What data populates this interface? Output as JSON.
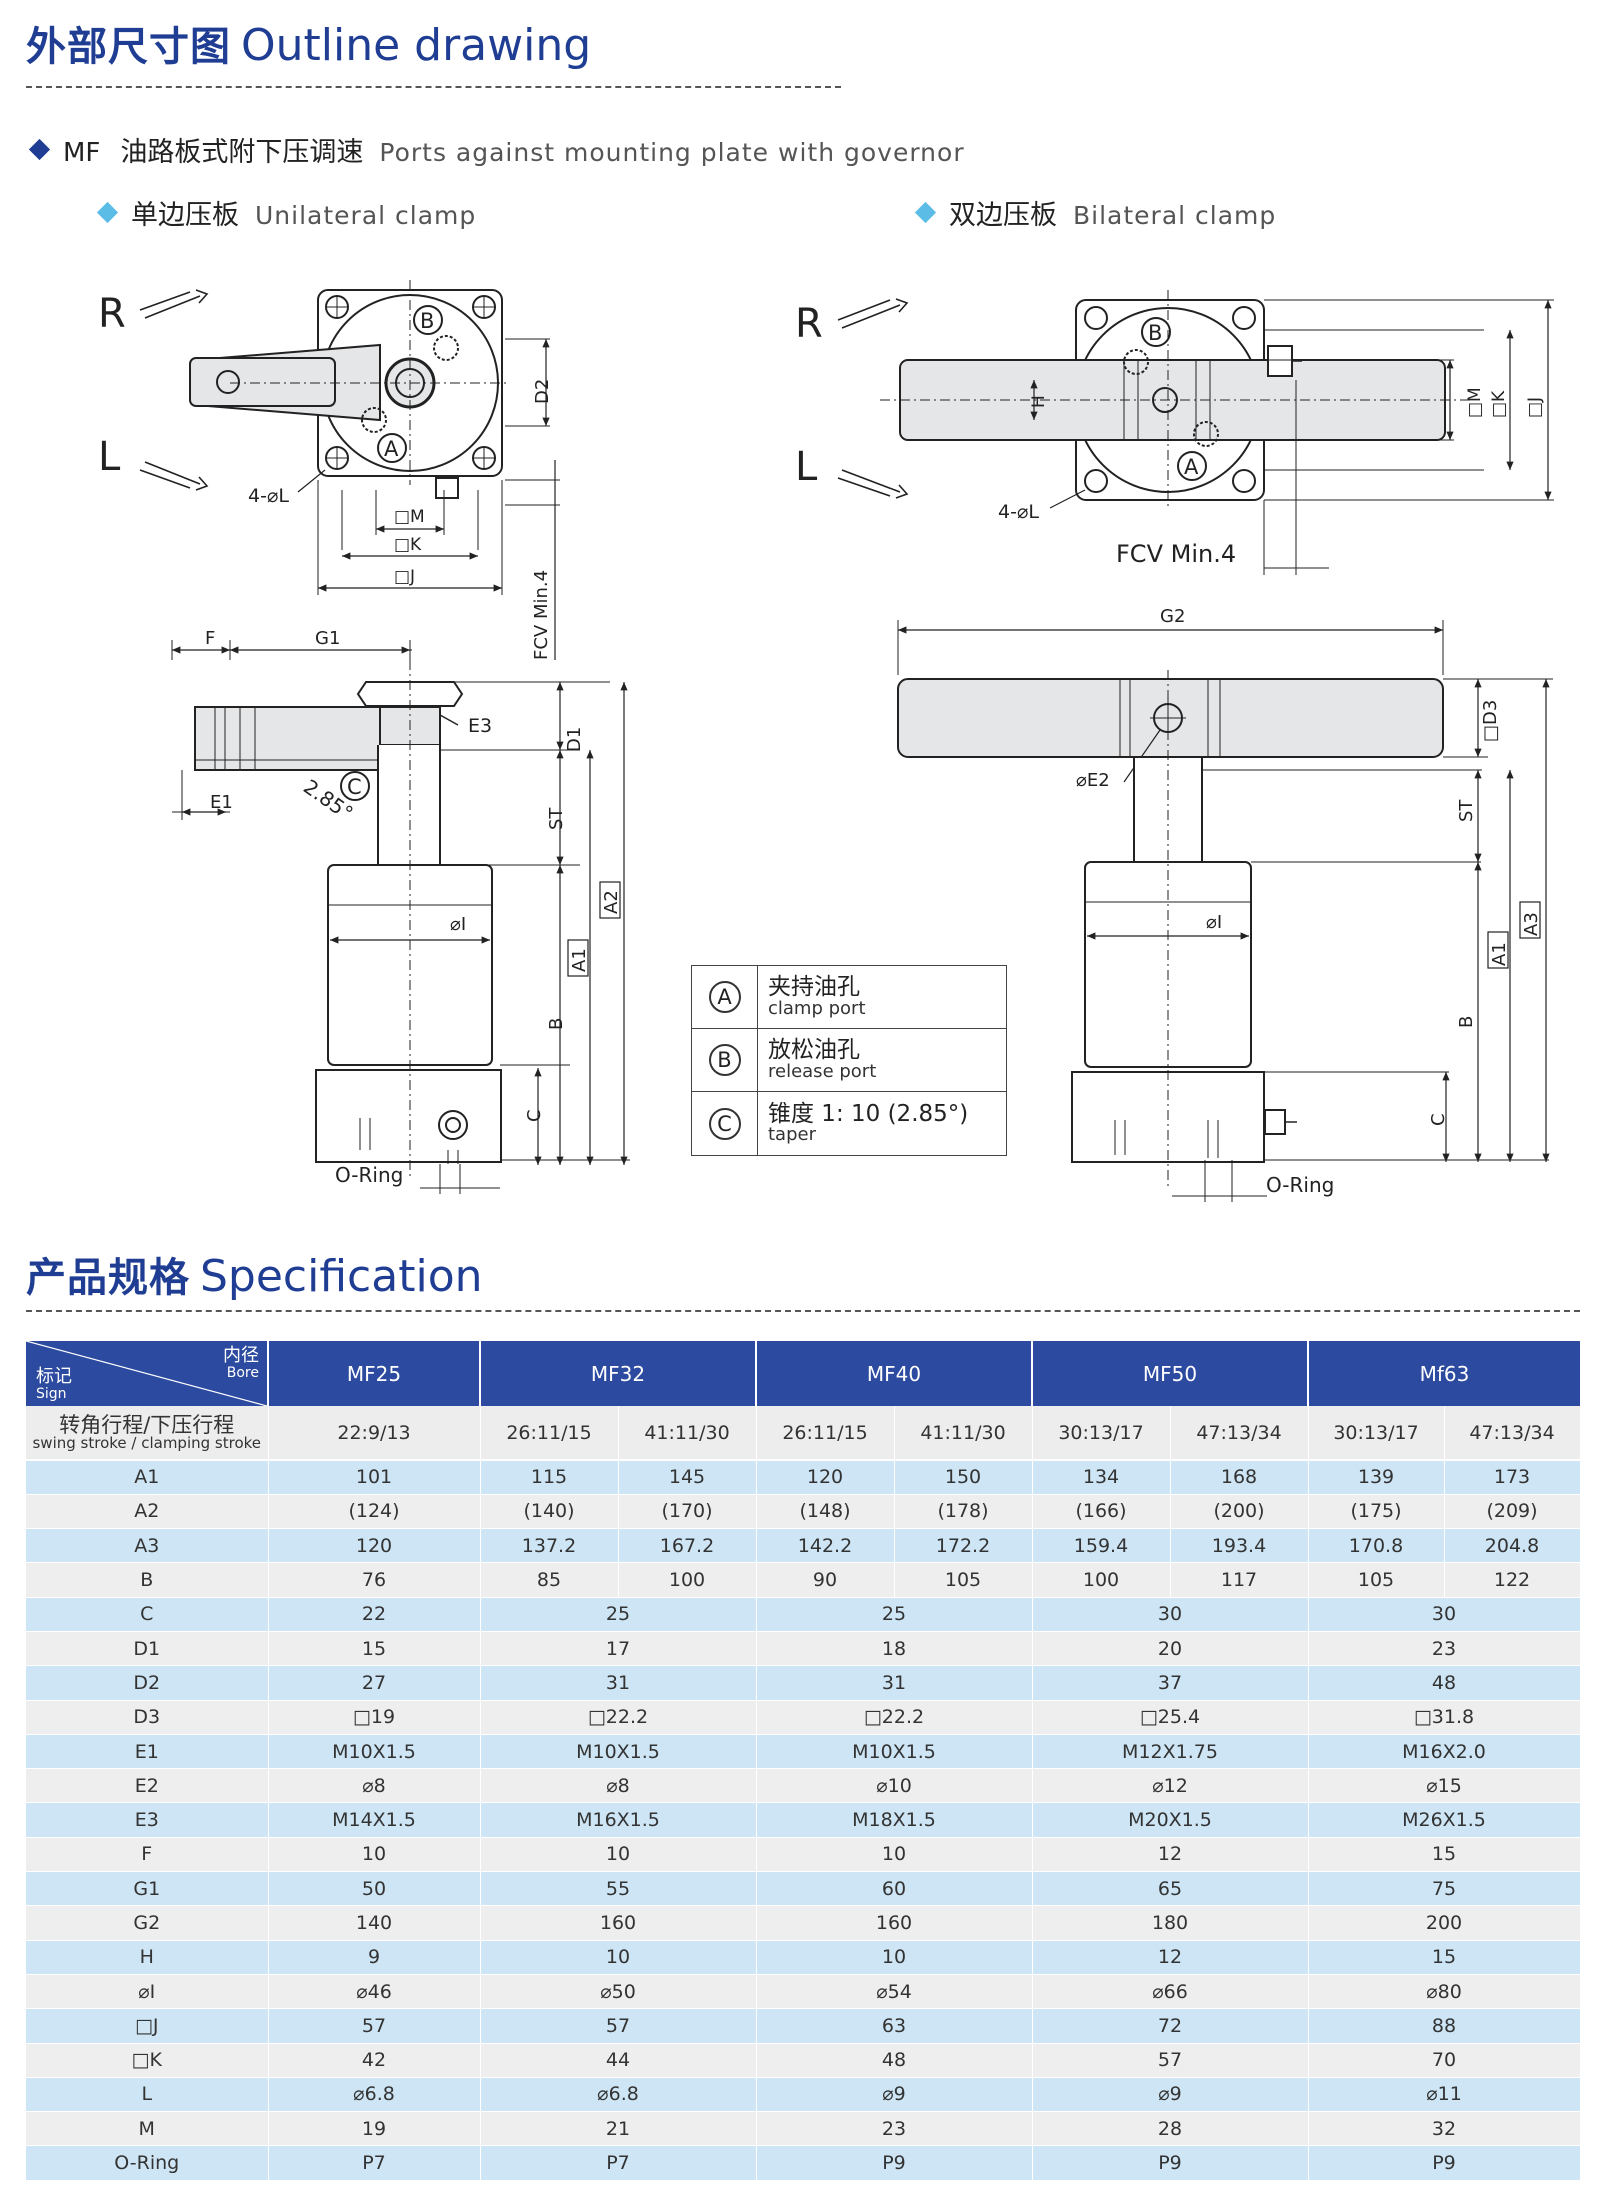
{
  "outline": {
    "title_zh": "外部尺寸图",
    "title_en": "Outline drawing",
    "subtitle_code": "MF",
    "subtitle_zh": "油路板式附下压调速",
    "subtitle_en": "Ports against mounting plate with governor",
    "unilateral_zh": "单边压板",
    "unilateral_en": "Unilateral clamp",
    "bilateral_zh": "双边压板",
    "bilateral_en": "Bilateral clamp"
  },
  "drawing_labels": {
    "R": "R",
    "L": "L",
    "A": "A",
    "B": "B",
    "C": "C",
    "D1": "D1",
    "D2": "D2",
    "D3": "□D3",
    "M": "□M",
    "K": "□K",
    "J": "□J",
    "H": "H",
    "hole": "4-⌀L",
    "fcv": "FCV Min.4",
    "F": "F",
    "G1": "G1",
    "G2": "G2",
    "E1": "E1",
    "E2": "⌀E2",
    "E3": "E3",
    "ST": "ST",
    "I": "⌀I",
    "A1": "A1",
    "A2": "A2",
    "A3": "A3",
    "Bdim": "B",
    "Cdim": "C",
    "oring": "O-Ring",
    "taper": "2.85°"
  },
  "legend": [
    {
      "symbol": "A",
      "zh": "夹持油孔",
      "en": "clamp port"
    },
    {
      "symbol": "B",
      "zh": "放松油孔",
      "en": "release port"
    },
    {
      "symbol": "C",
      "zh": "锥度 1: 10 (2.85°)",
      "en": "taper"
    }
  ],
  "spec": {
    "title_zh": "产品规格",
    "title_en": "Specification",
    "header": {
      "sign_zh": "标记",
      "sign_en": "Sign",
      "bore_zh": "内径",
      "bore_en": "Bore",
      "models": [
        "MF25",
        "MF32",
        "MF40",
        "MF50",
        "Mf63"
      ]
    },
    "stroke": {
      "label_zh": "转角行程/下压行程",
      "label_en": "swing stroke / clamping stroke",
      "values": [
        "22:9/13",
        "26:11/15",
        "41:11/30",
        "26:11/15",
        "41:11/30",
        "30:13/17",
        "47:13/34",
        "30:13/17",
        "47:13/34"
      ]
    },
    "split_rows": [
      {
        "label": "A1",
        "values": [
          "101",
          "115",
          "145",
          "120",
          "150",
          "134",
          "168",
          "139",
          "173"
        ]
      },
      {
        "label": "A2",
        "values": [
          "(124)",
          "(140)",
          "(170)",
          "(148)",
          "(178)",
          "(166)",
          "(200)",
          "(175)",
          "(209)"
        ]
      },
      {
        "label": "A3",
        "values": [
          "120",
          "137.2",
          "167.2",
          "142.2",
          "172.2",
          "159.4",
          "193.4",
          "170.8",
          "204.8"
        ]
      },
      {
        "label": "B",
        "values": [
          "76",
          "85",
          "100",
          "90",
          "105",
          "100",
          "117",
          "105",
          "122"
        ]
      }
    ],
    "rows": [
      {
        "label": "C",
        "values": [
          "22",
          "25",
          "25",
          "30",
          "30"
        ]
      },
      {
        "label": "D1",
        "values": [
          "15",
          "17",
          "18",
          "20",
          "23"
        ]
      },
      {
        "label": "D2",
        "values": [
          "27",
          "31",
          "31",
          "37",
          "48"
        ]
      },
      {
        "label": "D3",
        "values": [
          "□19",
          "□22.2",
          "□22.2",
          "□25.4",
          "□31.8"
        ]
      },
      {
        "label": "E1",
        "values": [
          "M10X1.5",
          "M10X1.5",
          "M10X1.5",
          "M12X1.75",
          "M16X2.0"
        ]
      },
      {
        "label": "E2",
        "values": [
          "⌀8",
          "⌀8",
          "⌀10",
          "⌀12",
          "⌀15"
        ]
      },
      {
        "label": "E3",
        "values": [
          "M14X1.5",
          "M16X1.5",
          "M18X1.5",
          "M20X1.5",
          "M26X1.5"
        ]
      },
      {
        "label": "F",
        "values": [
          "10",
          "10",
          "10",
          "12",
          "15"
        ]
      },
      {
        "label": "G1",
        "values": [
          "50",
          "55",
          "60",
          "65",
          "75"
        ]
      },
      {
        "label": "G2",
        "values": [
          "140",
          "160",
          "160",
          "180",
          "200"
        ]
      },
      {
        "label": "H",
        "values": [
          "9",
          "10",
          "10",
          "12",
          "15"
        ]
      },
      {
        "label": "⌀I",
        "values": [
          "⌀46",
          "⌀50",
          "⌀54",
          "⌀66",
          "⌀80"
        ]
      },
      {
        "label": "□J",
        "values": [
          "57",
          "57",
          "63",
          "72",
          "88"
        ]
      },
      {
        "label": "□K",
        "values": [
          "42",
          "44",
          "48",
          "57",
          "70"
        ]
      },
      {
        "label": "L",
        "values": [
          "⌀6.8",
          "⌀6.8",
          "⌀9",
          "⌀9",
          "⌀11"
        ]
      },
      {
        "label": "M",
        "values": [
          "19",
          "21",
          "23",
          "28",
          "32"
        ]
      },
      {
        "label": "O-Ring",
        "values": [
          "P7",
          "P7",
          "P9",
          "P9",
          "P9"
        ]
      }
    ]
  },
  "colors": {
    "brand_blue": "#1f3e93",
    "header_blue": "#2c4a9f",
    "row_blue": "#cde5f4",
    "row_gray": "#eeeeee",
    "diamond_light": "#5bbde6"
  }
}
